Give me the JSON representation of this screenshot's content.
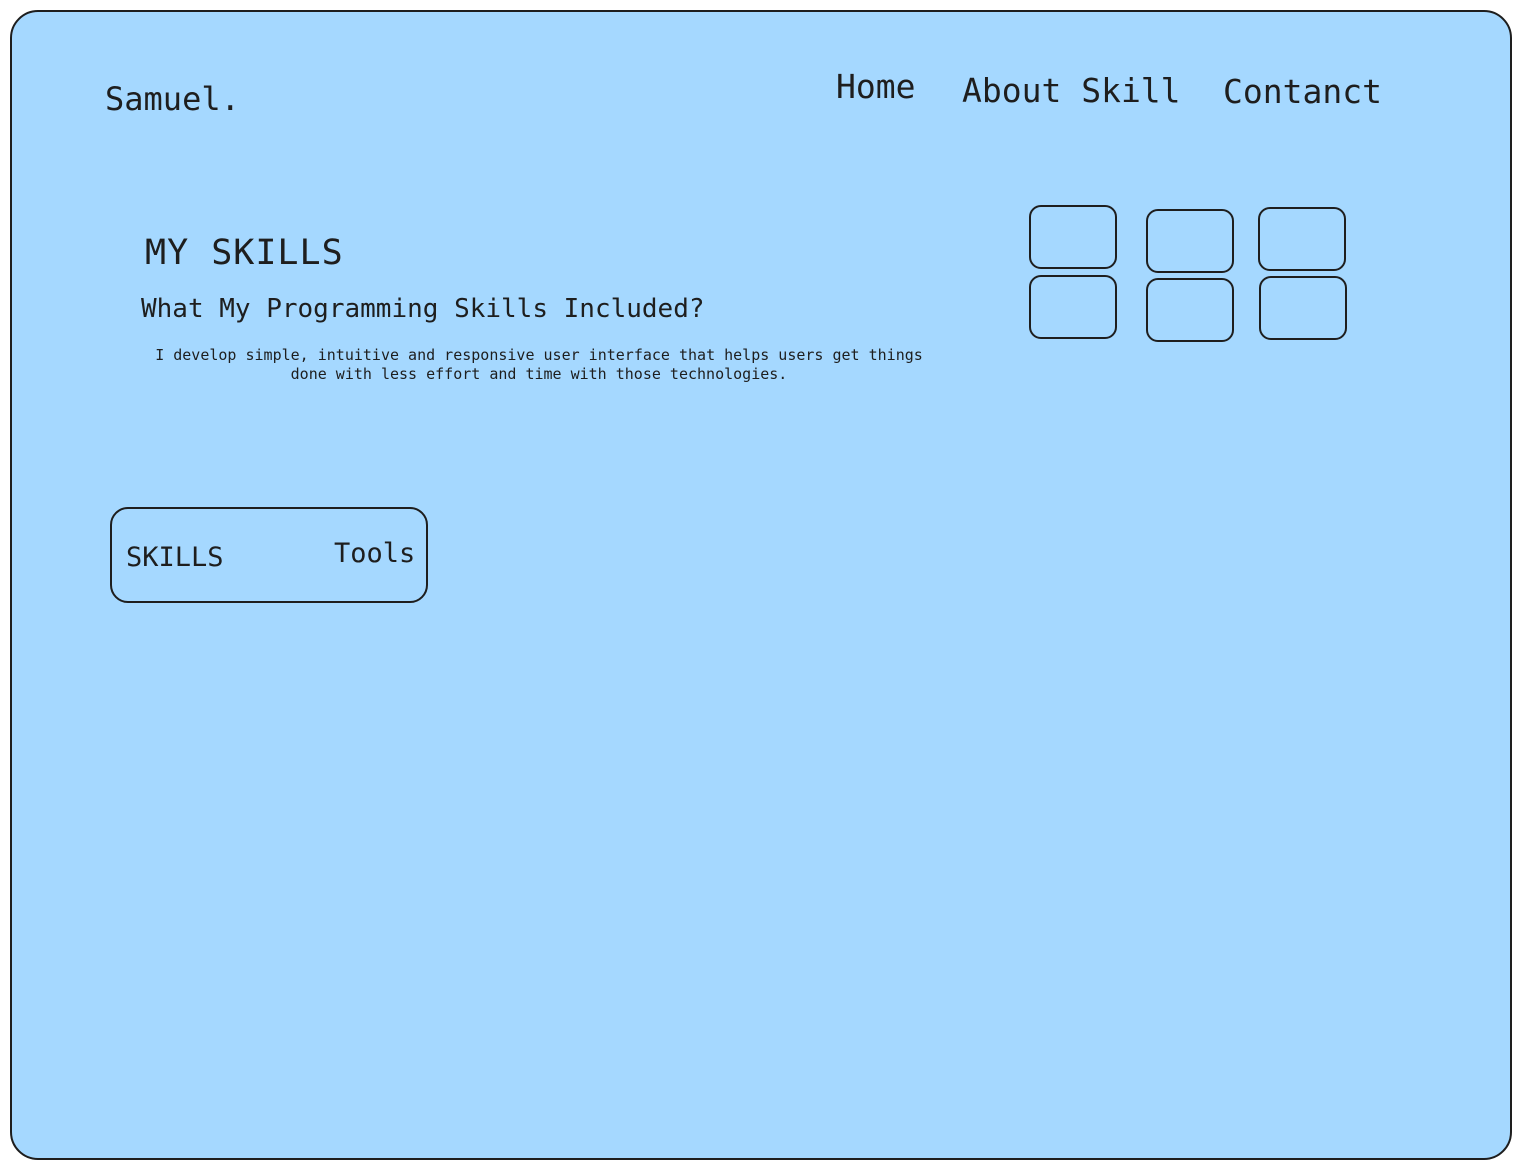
{
  "header": {
    "brand": "Samuel.",
    "nav": {
      "home": "Home",
      "about": "About Skill",
      "contact": "Contanct"
    }
  },
  "skills_section": {
    "title": "MY SKILLS",
    "subtitle": "What My Programming Skills Included?",
    "description": "I develop simple, intuitive and responsive user interface that helps users get things done with less effort and time with those technologies."
  },
  "toggle": {
    "skills_label": "SKILLS",
    "tools_label": "Tools"
  },
  "colors": {
    "background": "#a5d8ff",
    "stroke": "#1e1e1e"
  }
}
